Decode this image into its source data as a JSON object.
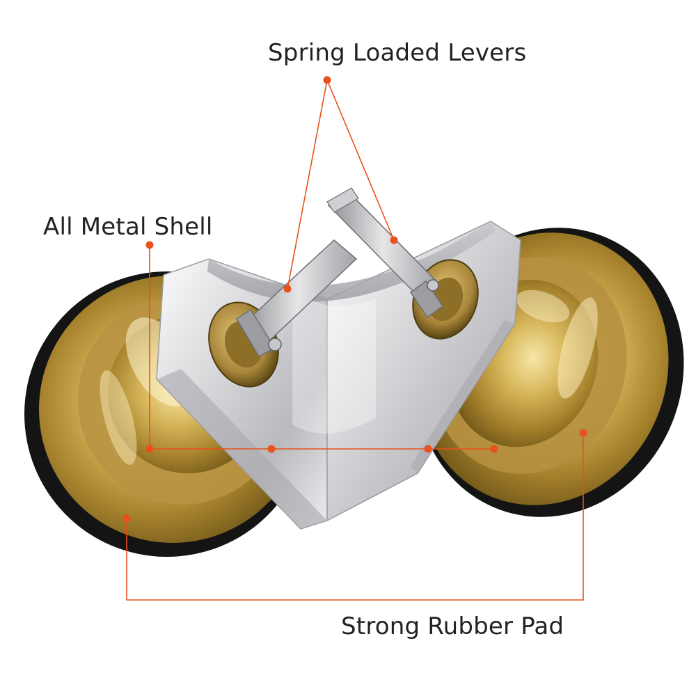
{
  "image": {
    "subject": "glass-suction-corner-clamp",
    "callout_color": "#E8501C",
    "colors": {
      "brass": "#C9A64A",
      "chrome": "#D8D8DA",
      "rubber": "#141414",
      "background": "#FFFFFF"
    }
  },
  "labels": {
    "spring_loaded_levers": "Spring Loaded Levers",
    "all_metal_shell": "All Metal Shell",
    "strong_rubber_pad": "Strong Rubber Pad"
  }
}
